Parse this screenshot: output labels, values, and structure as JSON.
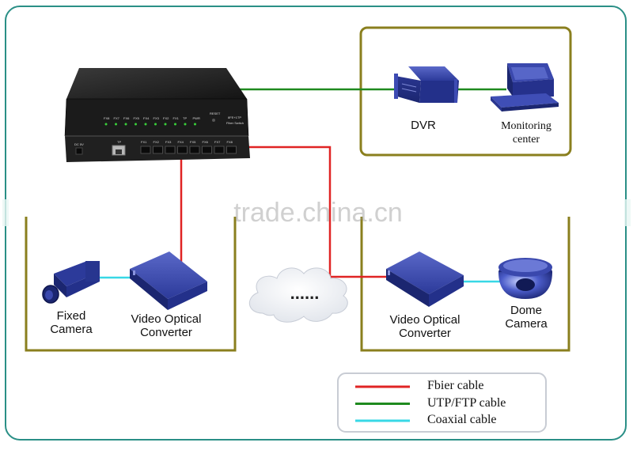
{
  "colors": {
    "frame": "#2a8f86",
    "group_border": "#8a7f1e",
    "fiber": "#e02424",
    "utp": "#1f8a1f",
    "coaxial": "#38d8e6",
    "device": "#27358f"
  },
  "switch": {
    "reset_label": "RESET",
    "model_label": "8FE+1TP",
    "type_label": "Fiber Switch",
    "dc_label": "DC 5V",
    "tp_label": "TP",
    "port_leds": [
      "FX8",
      "FX7",
      "FX6",
      "FX5",
      "FX4",
      "FX3",
      "FX2",
      "FX1",
      "TP",
      "PWR"
    ],
    "fiber_ports": [
      "FX1",
      "FX2",
      "FX3",
      "FX4",
      "FX5",
      "FX6",
      "FX7",
      "FX8"
    ]
  },
  "nodes": {
    "dvr": "DVR",
    "monitoring_line1": "Monitoring",
    "monitoring_line2": "center",
    "fixed_camera_line1": "Fixed",
    "fixed_camera_line2": "Camera",
    "left_converter_line1": "Video Optical",
    "left_converter_line2": "Converter",
    "right_converter_line1": "Video Optical",
    "right_converter_line2": "Converter",
    "dome_camera_line1": "Dome",
    "dome_camera_line2": "Camera"
  },
  "cloud_text": "......",
  "watermark": "trade.china.cn",
  "legend": [
    {
      "label": "Fbier cable",
      "color": "#e02424"
    },
    {
      "label": "UTP/FTP cable",
      "color": "#1f8a1f"
    },
    {
      "label": "Coaxial cable",
      "color": "#38d8e6"
    }
  ]
}
